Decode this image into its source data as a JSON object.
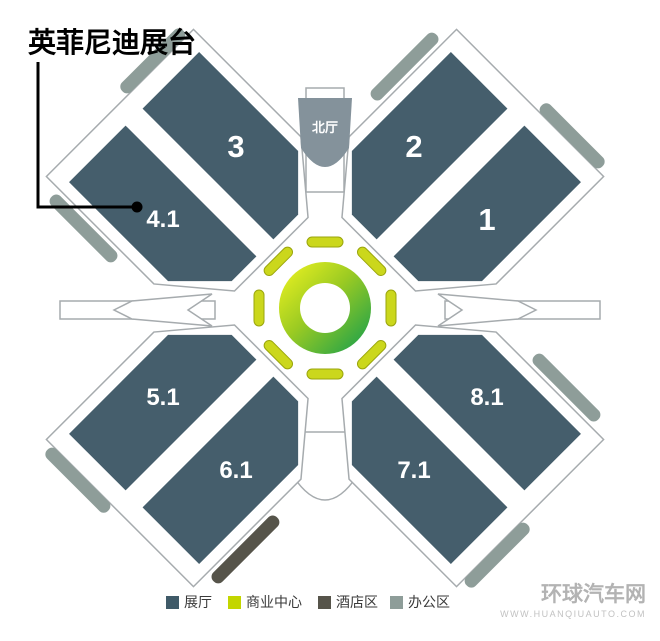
{
  "callout": {
    "label": "英菲尼迪展台"
  },
  "map": {
    "north_hall_label": "北厅",
    "halls": {
      "h1": "1",
      "h2": "2",
      "h3": "3",
      "h4": "4.1",
      "h5": "5.1",
      "h6": "6.1",
      "h7": "7.1",
      "h8": "8.1"
    }
  },
  "legend": {
    "items": [
      {
        "label": "展厅",
        "color": "#3f5a68"
      },
      {
        "label": "商业中心",
        "color": "#c3d600"
      },
      {
        "label": "酒店区",
        "color": "#56544a"
      },
      {
        "label": "办公区",
        "color": "#8e9d99"
      }
    ]
  },
  "watermark": {
    "name": "环球汽车网",
    "url": "WWW.HUANQIUAUTO.COM"
  },
  "colors": {
    "hall": "#455e6c",
    "office": "#8e9d99",
    "hotel": "#56544a",
    "business": "#cbd71c",
    "north": "#84929b",
    "ring_start": "#f3f520",
    "ring_mid": "#9ccb22",
    "ring_end": "#0f9c4f"
  }
}
